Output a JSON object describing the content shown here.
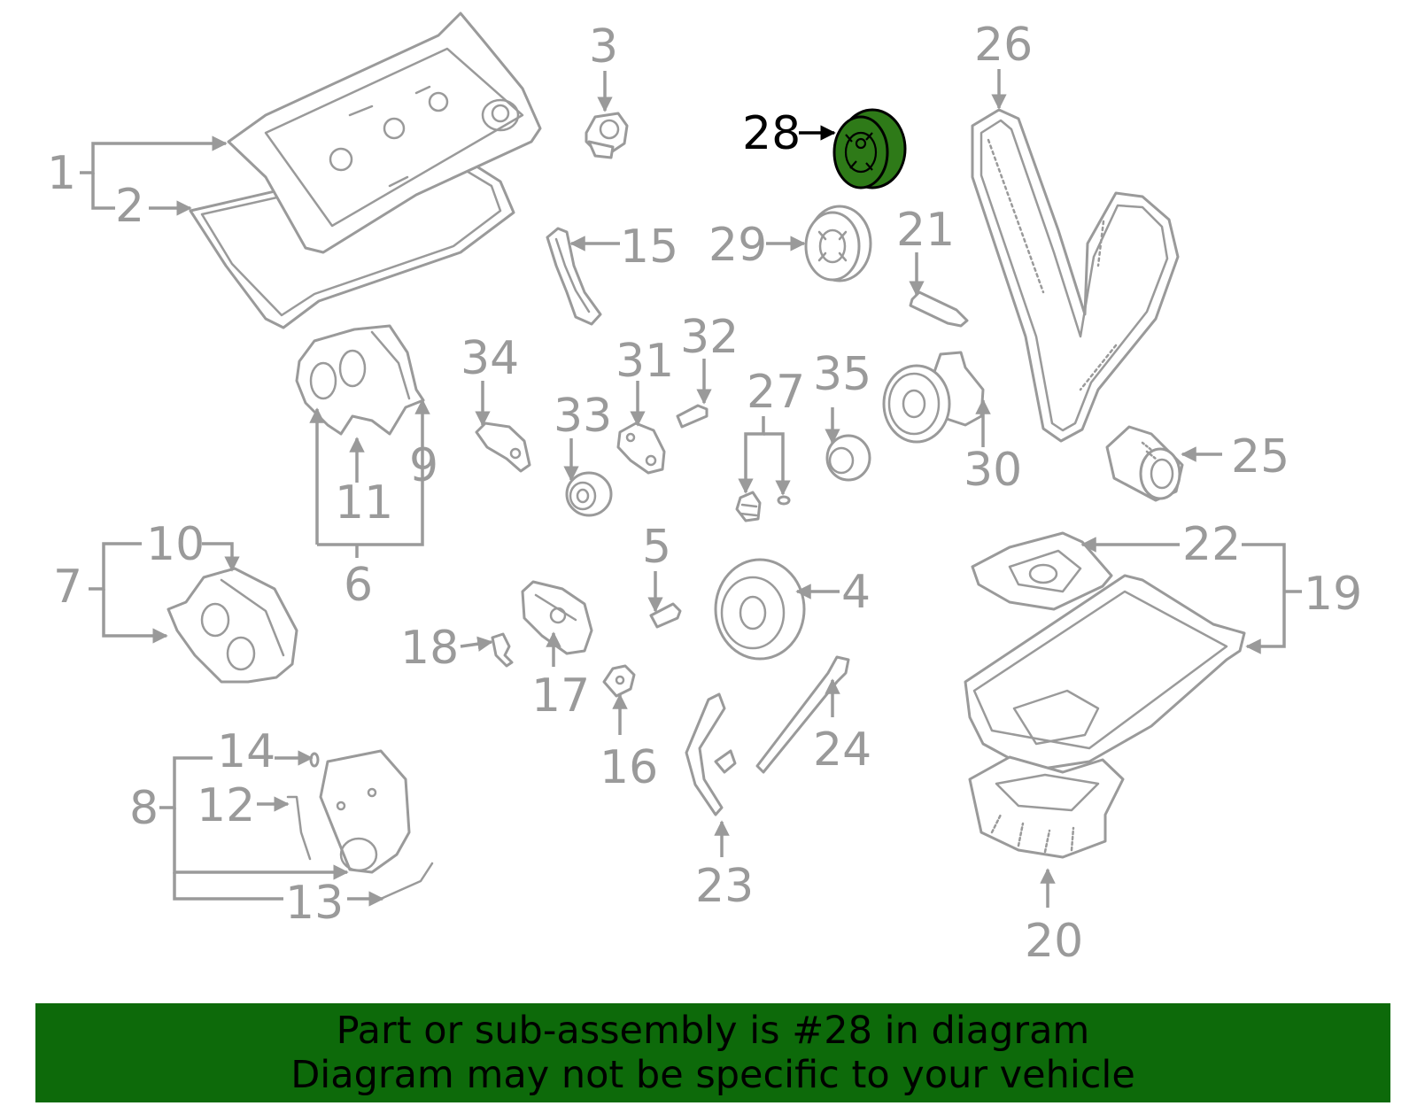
{
  "labels": {
    "l1": "1",
    "l2": "2",
    "l3": "3",
    "l4": "4",
    "l5": "5",
    "l6": "6",
    "l7": "7",
    "l8": "8",
    "l9": "9",
    "l10": "10",
    "l11": "11",
    "l12": "12",
    "l13": "13",
    "l14": "14",
    "l15": "15",
    "l16": "16",
    "l17": "17",
    "l18": "18",
    "l19": "19",
    "l20": "20",
    "l21": "21",
    "l22": "22",
    "l23": "23",
    "l24": "24",
    "l25": "25",
    "l26": "26",
    "l27": "27",
    "l28": "28",
    "l29": "29",
    "l30": "30",
    "l31": "31",
    "l32": "32",
    "l33": "33",
    "l34": "34",
    "l35": "35"
  },
  "highlighted_part": "28",
  "colors": {
    "line_art": "#9a9a9a",
    "highlight_fill": "#2e7a18",
    "highlight_label": "#000000",
    "footer_background": "#0d6a0a",
    "footer_text": "#000000"
  },
  "footer": {
    "line1": "Part or sub-assembly is #28 in diagram",
    "line2": "Diagram may not be specific to your vehicle"
  }
}
